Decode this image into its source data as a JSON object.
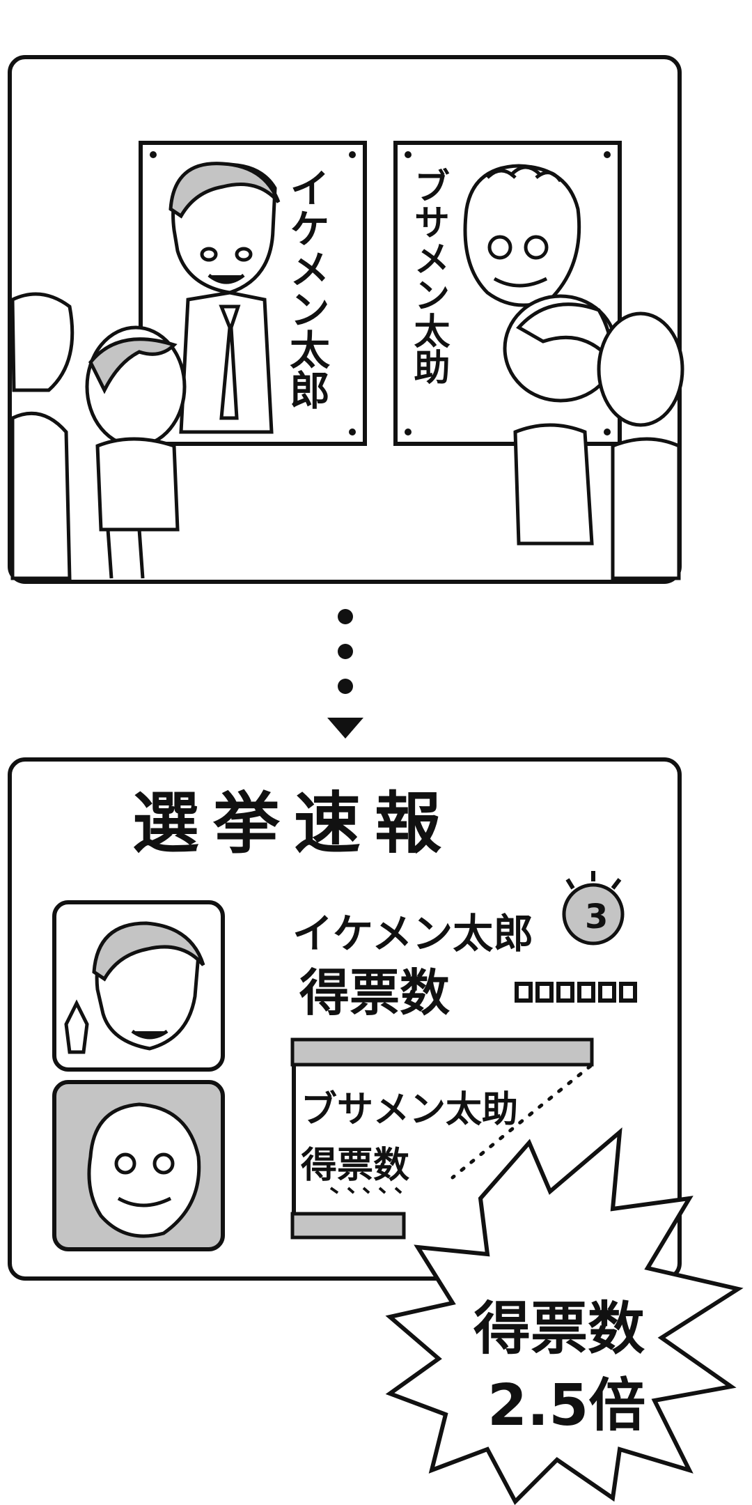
{
  "panel_top": {
    "poster_left": {
      "name": "イケメン太郎"
    },
    "poster_right": {
      "name": "ブサメン太助"
    }
  },
  "panel_bottom": {
    "header": "選挙速報",
    "candidate_a": {
      "name": "イケメン太郎",
      "rank_badge": "3",
      "votes_label": "得票数"
    },
    "candidate_b": {
      "name": "ブサメン太助",
      "votes_label": "得票数"
    }
  },
  "burst": {
    "line1": "得票数",
    "line2": "2.5倍"
  },
  "colors": {
    "ink": "#111111",
    "gray": "#c4c4c4",
    "paper": "#ffffff"
  }
}
